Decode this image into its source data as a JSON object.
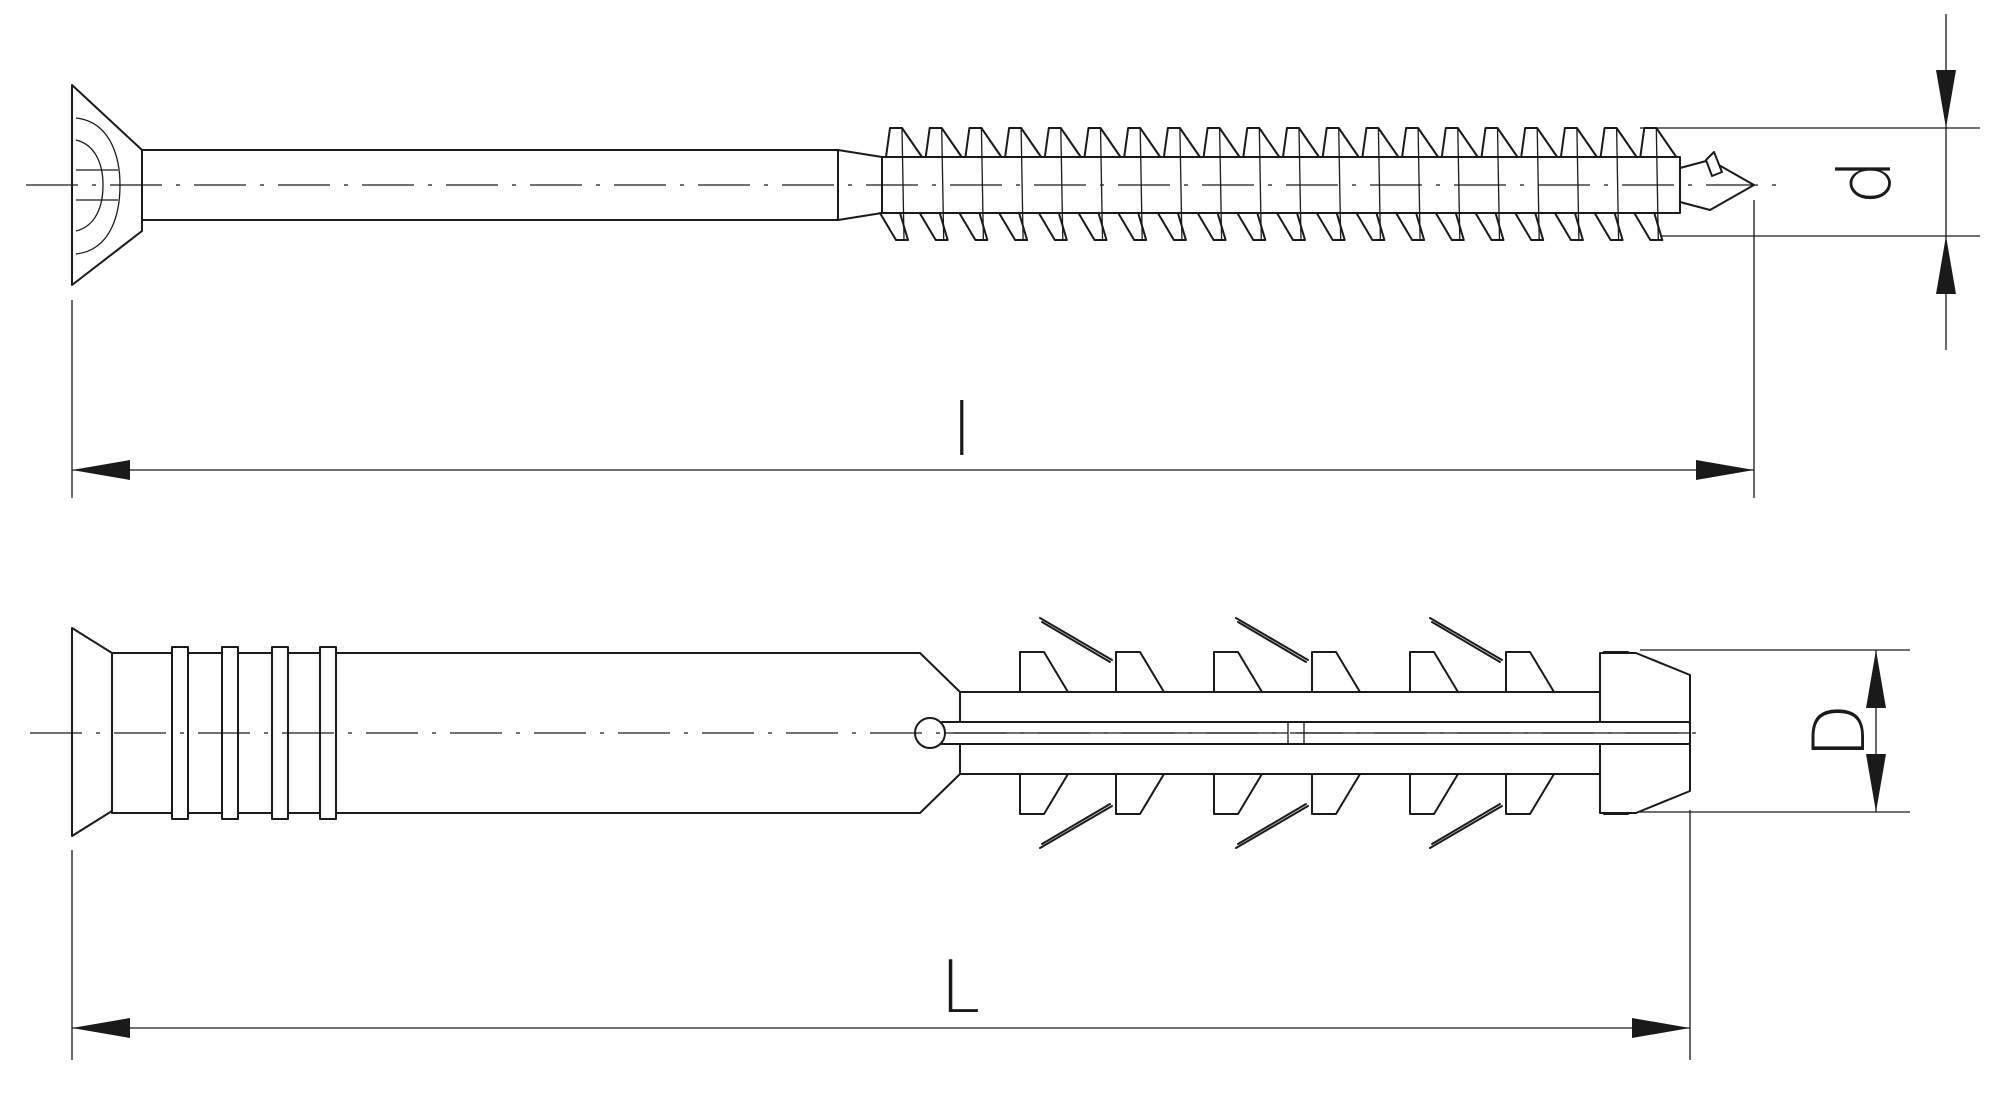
{
  "dimensions": {
    "screw_length": "l",
    "screw_diameter": "d",
    "plug_length": "L",
    "plug_diameter": "D"
  },
  "colors": {
    "ink": "#1a1a1a",
    "paper": "#ffffff"
  }
}
